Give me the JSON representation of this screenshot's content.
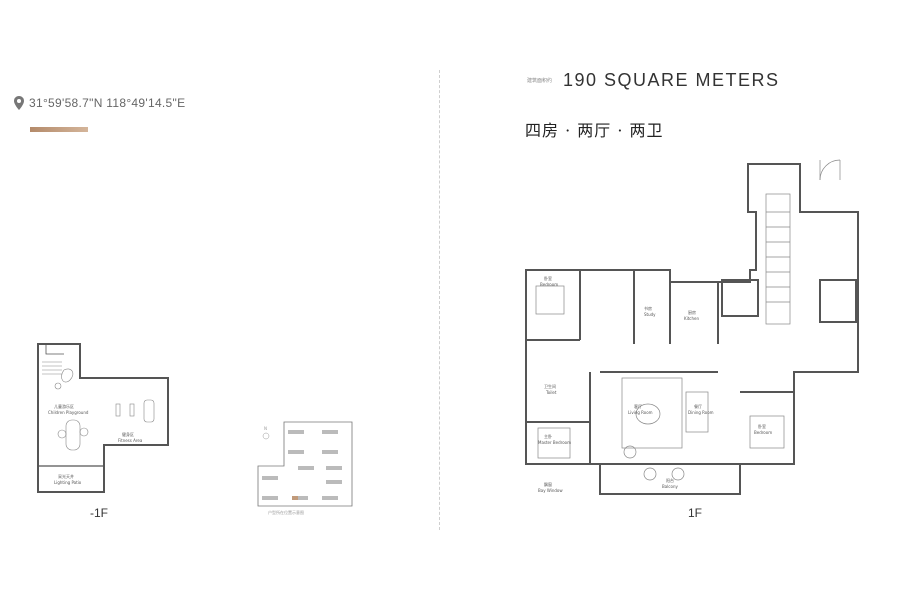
{
  "location": {
    "coordinates": "31°59'58.7\"N 118°49'14.5\"E",
    "icon": "location-pin-icon"
  },
  "unit": {
    "area_prefix": "建筑面积约",
    "area_title": "190 SQUARE METERS",
    "layout_cn": "四房 · 两厅 · 两卫"
  },
  "basement": {
    "floor_label": "-1F",
    "rooms": {
      "children_cn": "儿童游乐区",
      "children_en": "Children Playground",
      "fitness_cn": "健身区",
      "fitness_en": "Fitness Area",
      "courtyard_cn": "采光天井",
      "courtyard_en": "Lighting Patio"
    }
  },
  "site_map": {
    "compass": "N",
    "caption": "户型所在位置示意图"
  },
  "ground": {
    "floor_label": "1F",
    "rooms": {
      "bedroom_cn": "卧室",
      "bedroom_en": "Bedroom",
      "study_cn": "书房",
      "study_en": "Study",
      "kitchen_cn": "厨房",
      "kitchen_en": "Kitchen",
      "toilet_cn": "卫生间",
      "toilet_en": "Toilet",
      "living_cn": "客厅",
      "living_en": "Living Room",
      "dining_cn": "餐厅",
      "dining_en": "Dining Room",
      "master_cn": "主卧",
      "master_en": "Master Bedroom",
      "bedroom2_cn": "卧室",
      "bedroom2_en": "Bedroom",
      "balcony_cn": "阳台",
      "balcony_en": "Balcony",
      "baywin_cn": "飘窗",
      "baywin_en": "Bay Window"
    }
  },
  "colors": {
    "accent": "#c19a7a",
    "wall": "#555555"
  }
}
